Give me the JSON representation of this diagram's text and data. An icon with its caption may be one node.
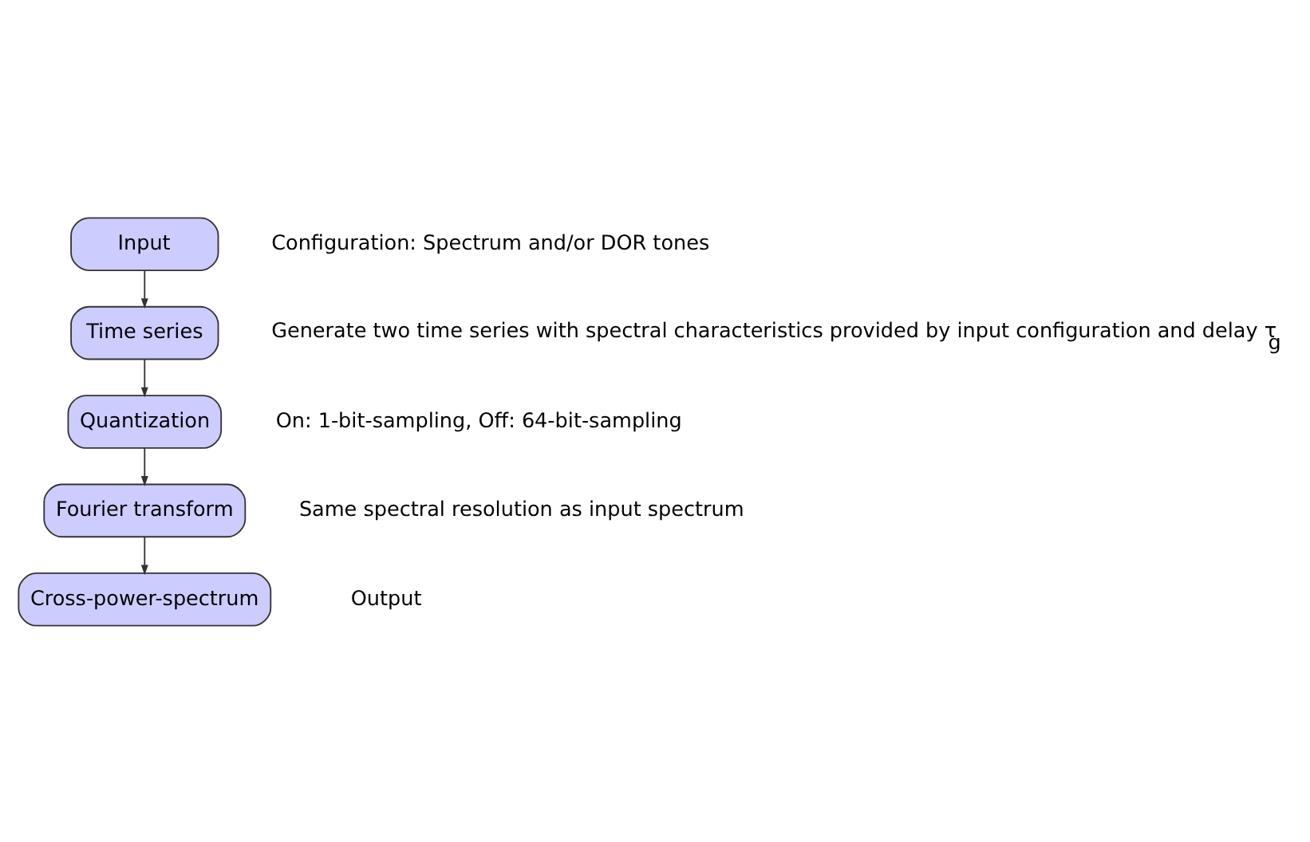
{
  "diagram": {
    "nodes": [
      {
        "text": [
          "Input"
        ],
        "beside": [
          "Configuration: Spectrum and/or DOR tones"
        ]
      },
      {
        "text": [
          "Time series"
        ],
        "beside": [
          "Generate two time series with spectral characteristics provided by input configuration and delay τ$_{g}$"
        ]
      },
      {
        "text": [
          "Quantization"
        ],
        "beside": [
          "On: 1-bit-sampling, Off: 64-bit-sampling"
        ]
      },
      {
        "text": [
          "Fourier transform"
        ],
        "beside": [
          "Same spectral resolution as input spectrum"
        ]
      },
      {
        "text": [
          "Cross-power-spectrum"
        ],
        "beside": [
          "Output"
        ]
      }
    ],
    "edges": [
      {
        "from": 0,
        "to": 1,
        "arrow": "to"
      },
      {
        "from": 1,
        "to": 2,
        "arrow": "to"
      },
      {
        "from": 2,
        "to": 3,
        "arrow": "to"
      },
      {
        "from": 3,
        "to": 4,
        "arrow": "to"
      }
    ]
  }
}
